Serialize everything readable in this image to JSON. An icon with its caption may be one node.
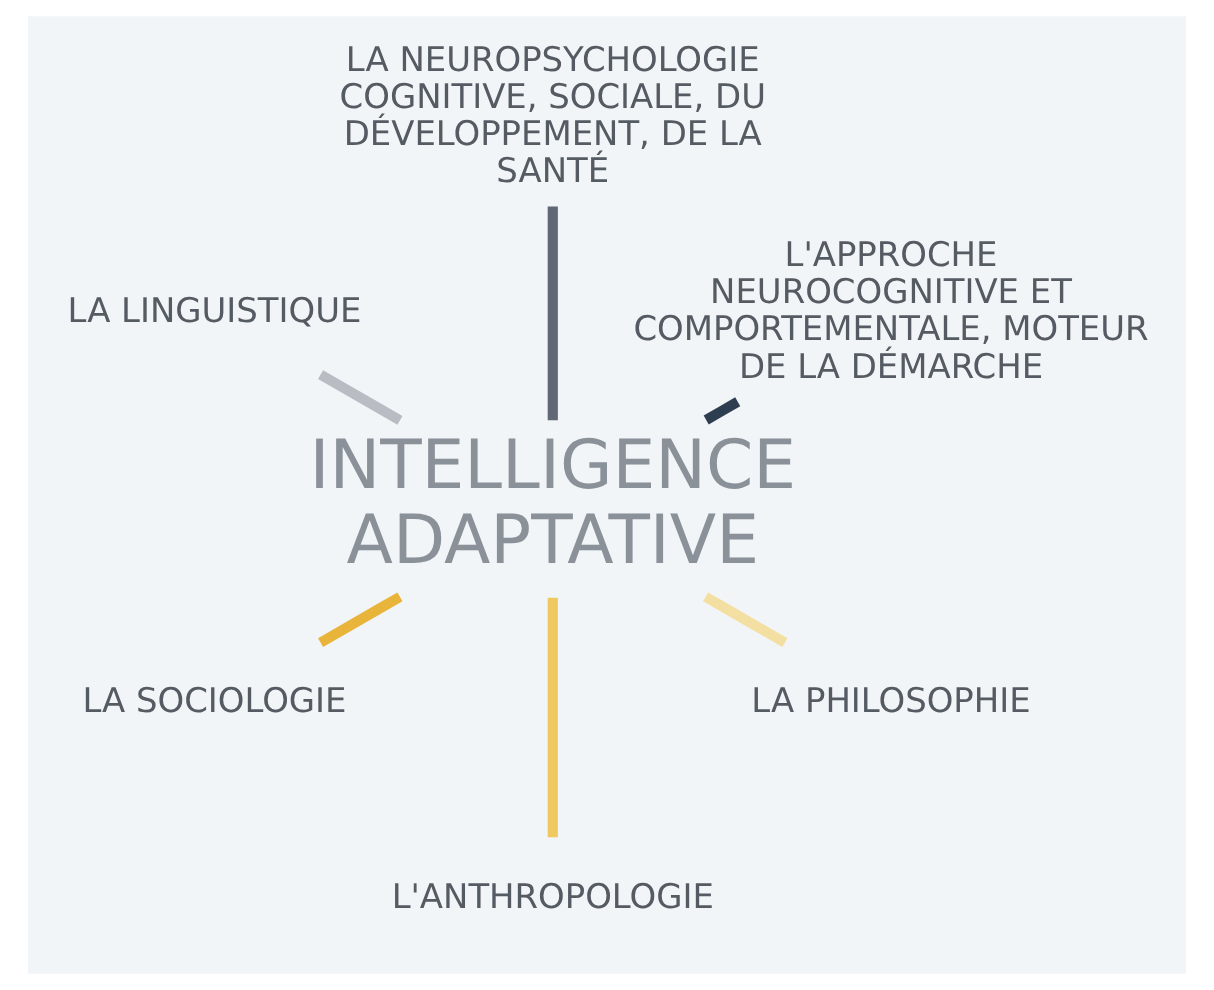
{
  "diagram": {
    "nodes": [
      {
        "text": [
          "INTELLIGENCE ADAPTATIVE"
        ]
      },
      {
        "text": [
          "L'APPROCHE NEUROCOGNITIVE ET COMPORTEMENTALE, MOTEUR DE LA DÉMARCHE"
        ]
      },
      {
        "text": [
          "LA NEUROPSYCHOLOGIE COGNITIVE, SOCIALE, DU DÉVELOPPEMENT, DE LA SANTÉ"
        ]
      },
      {
        "text": [
          "LA LINGUISTIQUE"
        ]
      },
      {
        "text": [
          "LA SOCIOLOGIE"
        ]
      },
      {
        "text": [
          "L'ANTHROPOLOGIE"
        ]
      },
      {
        "text": [
          "LA PHILOSOPHIE"
        ]
      }
    ],
    "edges": [
      {
        "from": 1,
        "to": 0,
        "arrow": "none",
        "color": "#2c3e50"
      },
      {
        "from": 2,
        "to": 0,
        "arrow": "none",
        "color": "#5f6874"
      },
      {
        "from": 3,
        "to": 0,
        "arrow": "none",
        "color": "#b9bdc3"
      },
      {
        "from": 4,
        "to": 0,
        "arrow": "none",
        "color": "#e8b53a"
      },
      {
        "from": 5,
        "to": 0,
        "arrow": "none",
        "color": "#efc860"
      },
      {
        "from": 6,
        "to": 0,
        "arrow": "none",
        "color": "#f4dfa3"
      }
    ]
  }
}
